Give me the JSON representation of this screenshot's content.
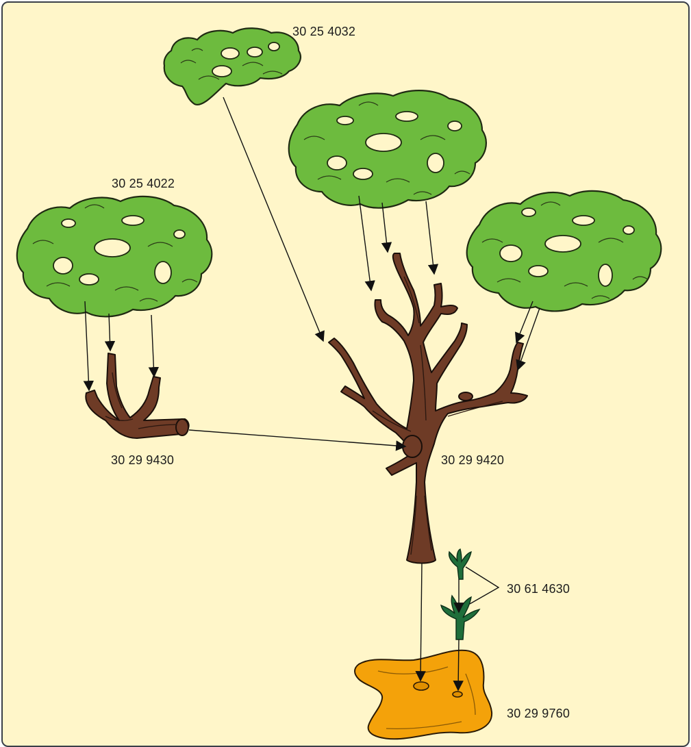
{
  "labels": {
    "canopy_small": "30 25 4032",
    "canopy_left": "30 25 4022",
    "branch_small": "30 29 9430",
    "trunk_large": "30 29 9420",
    "grass_tufts": "30 61 4630",
    "base_plate": "30 29 9760"
  },
  "colors": {
    "background": "#fff6c9",
    "border": "#3a3f48",
    "leaf": "#6dbb3e",
    "wood": "#6e3b26",
    "grass": "#1f6e3a",
    "base": "#f4a20a"
  },
  "icons": [
    "canopy-icon",
    "branch-icon",
    "trunk-icon",
    "grass-tuft-icon",
    "base-plate-icon"
  ]
}
